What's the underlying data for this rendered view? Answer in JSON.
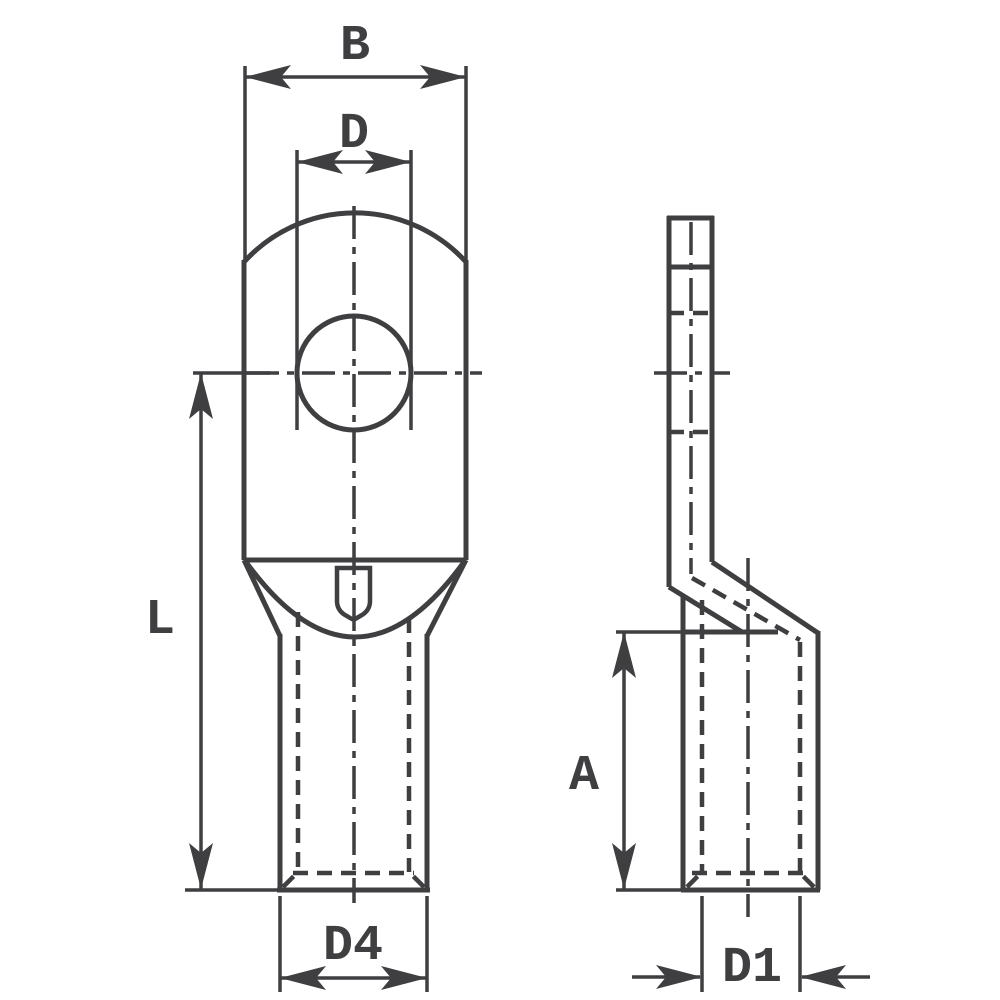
{
  "drawing": {
    "type": "technical-dimension-drawing",
    "subject": "tube-cable-lug-two-views",
    "line_color": "#3f3f42",
    "background_color": "#ffffff",
    "dimensions": {
      "b": "B",
      "d": "D",
      "l": "L",
      "d4": "D4",
      "a": "A",
      "d1": "D1"
    }
  }
}
